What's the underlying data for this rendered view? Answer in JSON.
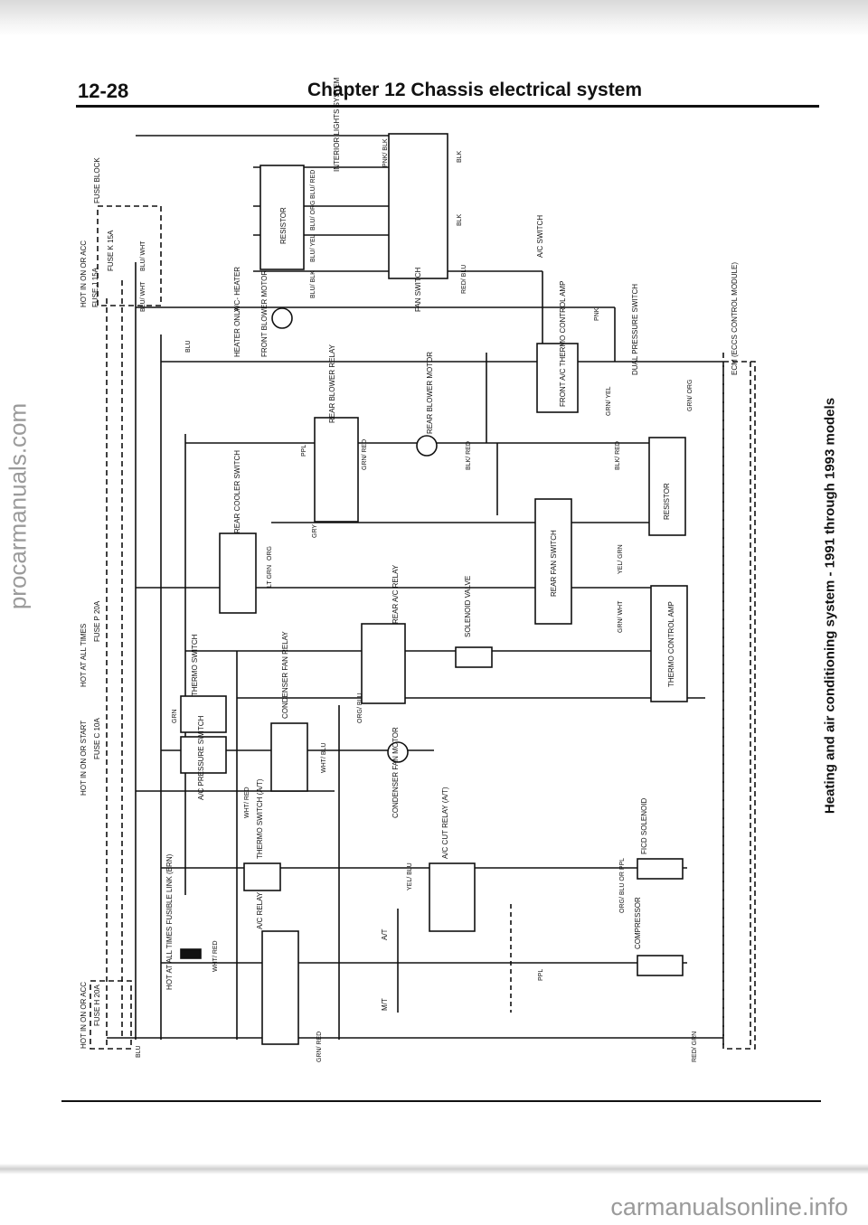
{
  "header": {
    "page_number": "12-28",
    "chapter_title": "Chapter 12  Chassis electrical system"
  },
  "side_caption": "Heating and air conditioning system - 1991 through 1993 models",
  "watermarks": {
    "left": "procarmanuals.com",
    "bottom": "carmanualsonline.info"
  },
  "diagram": {
    "labels": {
      "fuse_block": "FUSE BLOCK",
      "hot_on_acc_top": "HOT IN ON OR ACC",
      "fuse_k": "FUSE K 15A",
      "fuse_j": "FUSE J 15A",
      "hot_all_times": "HOT AT ALL TIMES",
      "fuse_p": "FUSE P 20A",
      "hot_on_start": "HOT IN ON OR START",
      "fuse_c": "FUSE C 10A",
      "hot_on_acc_bottom": "HOT IN ON OR ACC",
      "fuse_h": "FUSE H 20A",
      "fusible_link": "HOT AT ALL TIMES FUSIBLE LINK (BRN)",
      "interior_lights": "INTERIOR LIGHTS SYSTEM",
      "resistor_front": "RESISTOR",
      "fan_switch": "FAN SWITCH",
      "ac_switch": "A/C SWITCH",
      "ac_heater": "A/C- HEATER",
      "heater_only": "HEATER ONLY",
      "front_blower_motor": "FRONT BLOWER MOTOR",
      "front_ac_amp": "FRONT A/C THERMO CONTROL AMP",
      "dual_pressure": "DUAL PRESSURE SWITCH",
      "ecm": "ECM (ECCS CONTROL MODULE)",
      "rear_blower_relay": "REAR BLOWER RELAY",
      "rear_blower_motor": "REAR BLOWER MOTOR",
      "resistor_rear": "RESISTOR",
      "rear_cooler_switch": "REAR COOLER SWITCH",
      "rear_fan_switch": "REAR FAN SWITCH",
      "rear_ac_relay": "REAR A/C RELAY",
      "solenoid_valve": "SOLENOID VALVE",
      "thermo_control_amp": "THERMO CONTROL AMP",
      "thermo_switch": "THERMO SWITCH",
      "ac_pressure_switch": "A/C PRESSURE SWITCH",
      "condenser_fan_relay": "CONDENSER FAN RELAY",
      "condenser_fan_motor": "CONDENSER FAN MOTOR",
      "thermo_switch_at": "THERMO SWITCH (A/T)",
      "ac_cut_relay": "A/C CUT RELAY (A/T)",
      "ficd_solenoid": "FICD SOLENOID",
      "compressor": "COMPRESSOR",
      "ac_relay": "A/C RELAY",
      "at": "A/T",
      "mt": "M/T"
    },
    "wire_colors": {
      "blu": "BLU",
      "blu_wht": "BLU/ WHT",
      "blu_red": "BLU/ RED",
      "blu_org": "BLU/ ORG",
      "blu_yel": "BLU/ YEL",
      "blu_blk": "BLU/ BLK",
      "pnk_blk": "PNK/ BLK",
      "blk": "BLK",
      "red_blu": "RED/ BLU",
      "pnk": "PNK",
      "grn_yel": "GRN/ YEL",
      "grn_org": "GRN/ ORG",
      "ppl": "PPL",
      "grn_red": "GRN/ RED",
      "blk_red": "BLK/ RED",
      "gry": "GRY",
      "org": "ORG",
      "lt_grn": "LT GRN",
      "yel_grn": "YEL/ GRN",
      "grn_wht": "GRN/ WHT",
      "grn": "GRN",
      "org_blu": "ORG/ BLU",
      "wht_blu": "WHT/ BLU",
      "wht_red": "WHT/ RED",
      "yel_blu": "YEL/ BLU",
      "org_blu_or_ppl": "ORG/ BLU OR PPL",
      "red_grn": "RED/ GRN"
    }
  }
}
